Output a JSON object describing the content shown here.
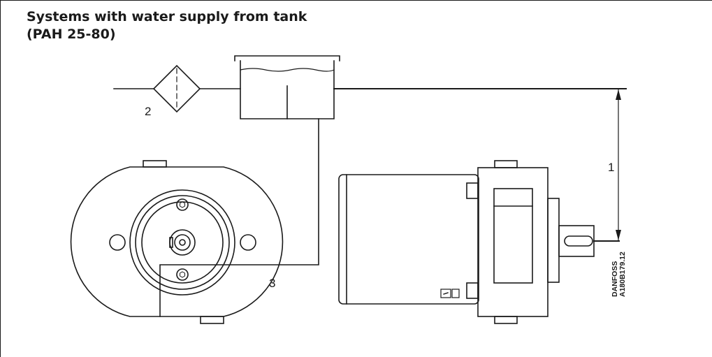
{
  "title": {
    "line1": "Systems with water supply from tank",
    "line2": "(PAH 25-80)"
  },
  "labels": {
    "height": "1",
    "filter": "2",
    "pipe": "3"
  },
  "stamp": {
    "line1": "DANFOSS",
    "line2": "A180B179.12"
  },
  "colors": {
    "line": "#1a1a1a",
    "background": "#ffffff"
  }
}
